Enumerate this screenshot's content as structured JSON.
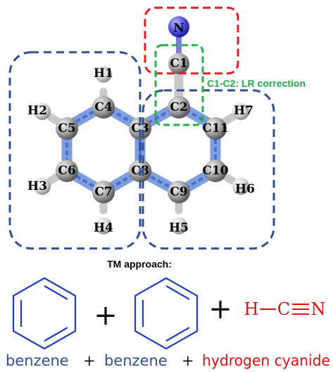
{
  "molecule": {
    "atoms": {
      "n": "N",
      "c1": "C1",
      "c2": "C2",
      "c3": "C3",
      "c4": "C4",
      "c5": "C5",
      "c6": "C6",
      "c7": "C7",
      "c8": "C8",
      "c9": "C9",
      "c10": "C10",
      "c11": "C11",
      "h1": "H1",
      "h2": "H2",
      "h3": "H3",
      "h4": "H4",
      "h5": "H5",
      "h6": "H6",
      "h7": "H7"
    }
  },
  "annotations": {
    "lr_correction": "C1-C2: LR correction",
    "tm_approach": "TM approach:"
  },
  "equation": {
    "plus": "+",
    "formula": {
      "h": "H",
      "c": "C",
      "n": "N"
    }
  },
  "bottom_labels": {
    "benzene_1": "benzene",
    "plus_1": "+",
    "benzene_2": "benzene",
    "plus_2": "+",
    "hcn": "hydrogen cyanide"
  },
  "colors": {
    "blue_box": "#2f4f8f",
    "red_box": "#e02020",
    "green_box": "#22b04a",
    "ring_blue": "#1f3fbf",
    "formula_red": "#e01010",
    "green_text": "#1ea84a"
  }
}
